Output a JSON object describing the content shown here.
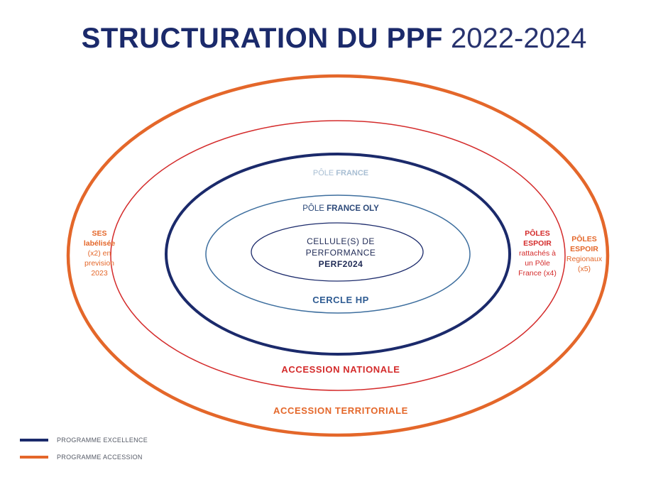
{
  "title": {
    "bold": "STRUCTURATION DU PPF",
    "years": "2022-2024"
  },
  "colors": {
    "navy": "#1b2a6b",
    "blue": "#3d6e9e",
    "red": "#d42b2b",
    "orange": "#e4672a",
    "light_blue": "#a8bed3"
  },
  "rings": {
    "pole_france": {
      "prefix": "PÔLE",
      "name": "FRANCE"
    },
    "pole_france_oly": {
      "prefix": "PÔLE",
      "name": "FRANCE OLY"
    },
    "cellule": {
      "line1": "CELLULE(S) DE",
      "line2": "PERFORMANCE",
      "line3": "PERF2024"
    },
    "cercle_hp": "CERCLE HP",
    "accession_nationale": "ACCESSION NATIONALE",
    "accession_territoriale": "ACCESSION TERRITORIALE"
  },
  "side_labels": {
    "ses": {
      "line1": "SES",
      "line2": "labélisée",
      "line3": "(x2) en",
      "line4": "prevision",
      "line5": "2023"
    },
    "poles_espoir_rattaches": {
      "line1": "PÔLES",
      "line2": "ESPOIR",
      "line3": "rattachés à",
      "line4": "un Pôle",
      "line5": "France (x4)"
    },
    "poles_espoir_regionaux": {
      "line1": "PÔLES",
      "line2": "ESPOIR",
      "line3": "Regionaux",
      "line4": "(x5)"
    }
  },
  "legend": {
    "excellence": "PROGRAMME EXCELLENCE",
    "accession": "PROGRAMME ACCESSION"
  }
}
